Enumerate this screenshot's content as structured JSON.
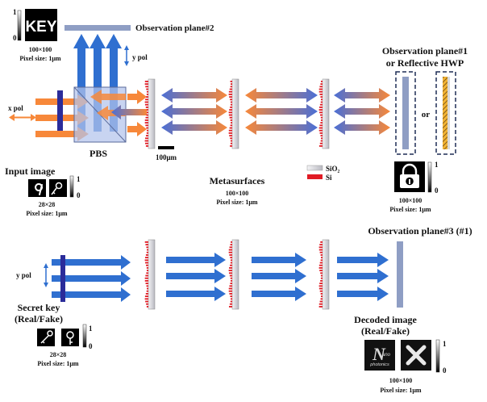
{
  "top": {
    "key_image_text": "KEY",
    "colorbar_max": "1",
    "colorbar_min": "0",
    "key_dims": "100×100",
    "key_pixel": "Pixel size: 1μm",
    "obs_plane_2": "Observation plane#2",
    "y_pol": "y pol",
    "x_pol": "x pol",
    "pbs": "PBS",
    "scale_bar": "100μm",
    "obs_plane_1_line1": "Observation plane#1",
    "obs_plane_1_line2": "or Reflective HWP",
    "or": "or",
    "input_image_label": "Input image",
    "input_cb_max": "1",
    "input_cb_min": "0",
    "input_dims": "28×28",
    "input_pixel": "Pixel size: 1μm",
    "metasurfaces": "Metasurfaces",
    "meta_dims": "100×100",
    "meta_pixel": "Pixel size: 1μm",
    "legend_sio2": "SiO₂",
    "legend_si": "Si",
    "lock_cb_max": "1",
    "lock_cb_min": "0",
    "lock_dims": "100×100",
    "lock_pixel": "Pixel size: 1μm"
  },
  "bottom": {
    "obs_plane_3": "Observation plane#3 (#1)",
    "y_pol": "y pol",
    "secret_key_line1": "Secret key",
    "secret_key_line2": "(Real/Fake)",
    "key_cb_max": "1",
    "key_cb_min": "0",
    "key_dims": "28×28",
    "key_pixel": "Pixel size: 1μm",
    "decoded_line1": "Decoded image",
    "decoded_line2": "(Real/Fake)",
    "npho_big": "N",
    "npho_small": "ano",
    "npho_sub": "photonics",
    "decoded_cb_max": "1",
    "decoded_cb_min": "0",
    "decoded_dims": "100×100",
    "decoded_pixel": "Pixel size: 1μm"
  },
  "colors": {
    "blue_arrow": "#2f6fd0",
    "orange_arrow": "#f7883a",
    "si_red": "#e01b24",
    "sio2": "#cfcfd4",
    "obs_plane": "#8f9ec4",
    "polarizer": "#2b2c9a",
    "hwp_yellow": "#f2b334"
  }
}
